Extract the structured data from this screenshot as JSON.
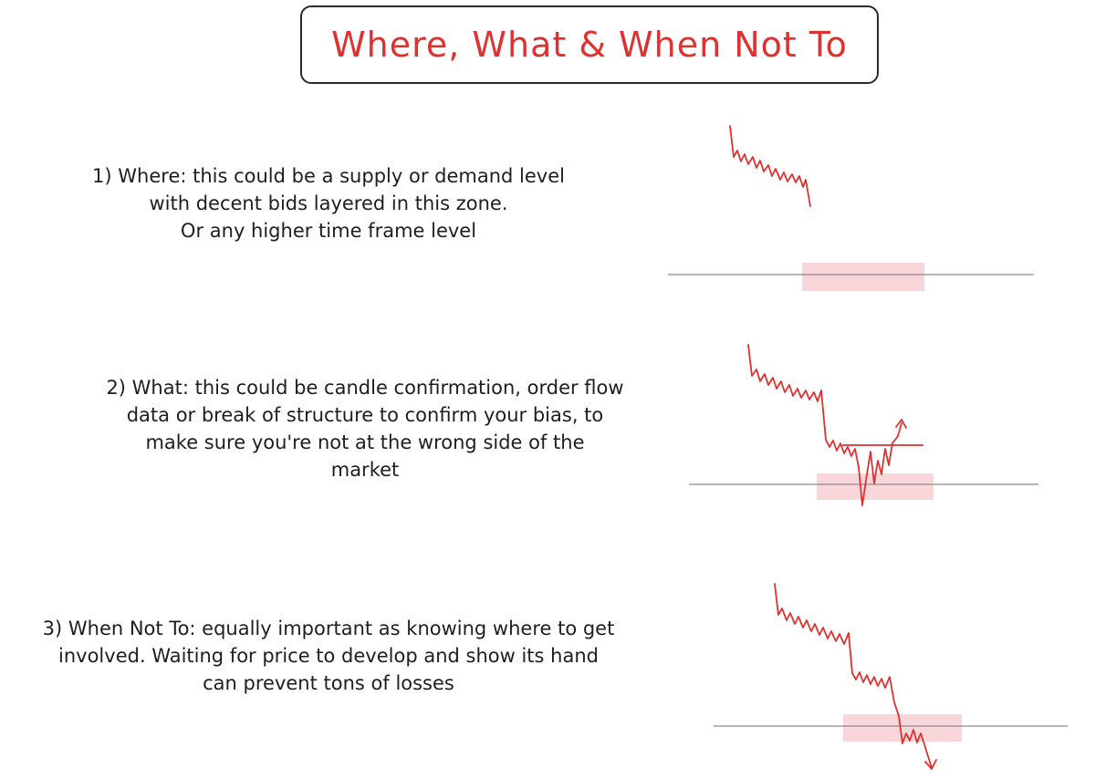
{
  "title": "Where, What & When Not To",
  "points": [
    {
      "lines": [
        "1) Where: this could be a supply or demand level",
        "with decent bids layered in this zone.",
        "Or any higher time frame level"
      ]
    },
    {
      "lines": [
        "2) What: this could be candle confirmation, order flow",
        "data or break of structure to confirm your bias, to",
        "make sure you're not at the wrong side of the",
        "market"
      ]
    },
    {
      "lines": [
        "3) When Not To: equally important as knowing where to get",
        "involved. Waiting for price to develop and show its hand",
        "can prevent tons of losses"
      ]
    }
  ],
  "colors": {
    "accent": "#e03131",
    "zone": "#f9d6d9",
    "level_line": "#8a8a8a",
    "text": "#1e1e1e",
    "border": "#2a2a2a"
  },
  "icons": {
    "arrow-up": "arrow-up-icon",
    "arrow-down": "arrow-down-icon"
  }
}
